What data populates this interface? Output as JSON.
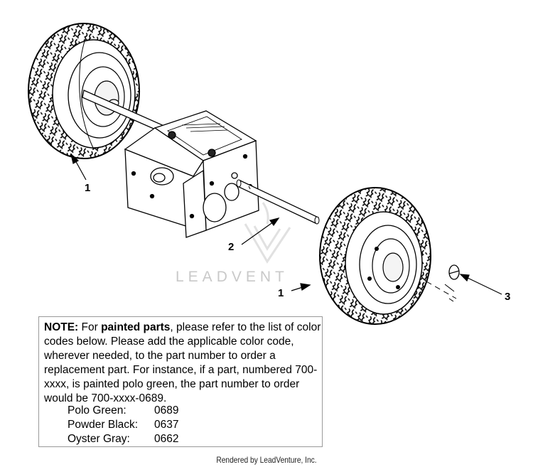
{
  "callouts": {
    "left_wheel": "1",
    "axle": "2",
    "right_wheel": "1",
    "hub_cap": "3"
  },
  "watermark": "LEADVENT",
  "note": {
    "label": "NOTE:",
    "pre": " For ",
    "bold_phrase": "painted parts",
    "body": ", please refer to the list of color codes below. Please add the applicable color code, wherever needed, to the part number to order a replacement part. For instance, if a part, numbered 700-xxxx, is painted polo green, the part number to order would be 700-xxxx-0689.",
    "colors": [
      {
        "name": "Polo Green:",
        "code": "0689"
      },
      {
        "name": "Powder Black:",
        "code": "0637"
      },
      {
        "name": "Oyster Gray:",
        "code": "0662"
      }
    ]
  },
  "credit": "Rendered by LeadVenture, Inc."
}
